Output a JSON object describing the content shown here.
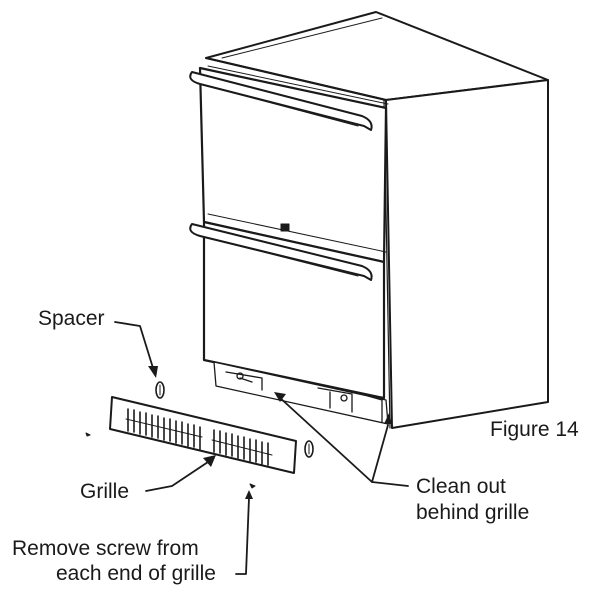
{
  "figure": {
    "caption": "Figure 14"
  },
  "labels": {
    "spacer": "Spacer",
    "grille": "Grille",
    "clean_line1": "Clean out",
    "clean_line2": "behind grille",
    "remove_line1": "Remove screw from",
    "remove_line2": "each end of grille"
  },
  "colors": {
    "line": "#1a1a1a",
    "cabinet_front": "#ffffff",
    "cabinet_side": "#ffffff"
  }
}
